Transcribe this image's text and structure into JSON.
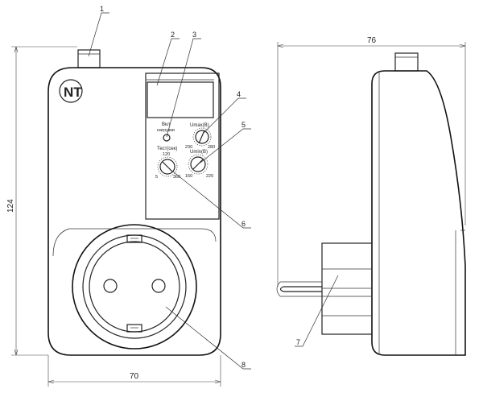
{
  "title": "Voltage relay technical drawing",
  "dimensions": {
    "front_height": "124",
    "front_width": "70",
    "side_width": "76"
  },
  "callouts": [
    "1",
    "2",
    "3",
    "4",
    "5",
    "6",
    "7",
    "8"
  ],
  "panel": {
    "load_label_line1": "Вкл",
    "load_label_line2": "нагрузки",
    "umax_label": "Umax(В)",
    "umax_min": "230",
    "umax_max": "280",
    "umin_label": "Umin(В)",
    "umin_min": "160",
    "umin_max": "220",
    "test_label": "Тест(сек)",
    "test_top": "120",
    "test_min": "5",
    "test_max": "360"
  },
  "logo": {
    "text": "NT"
  }
}
